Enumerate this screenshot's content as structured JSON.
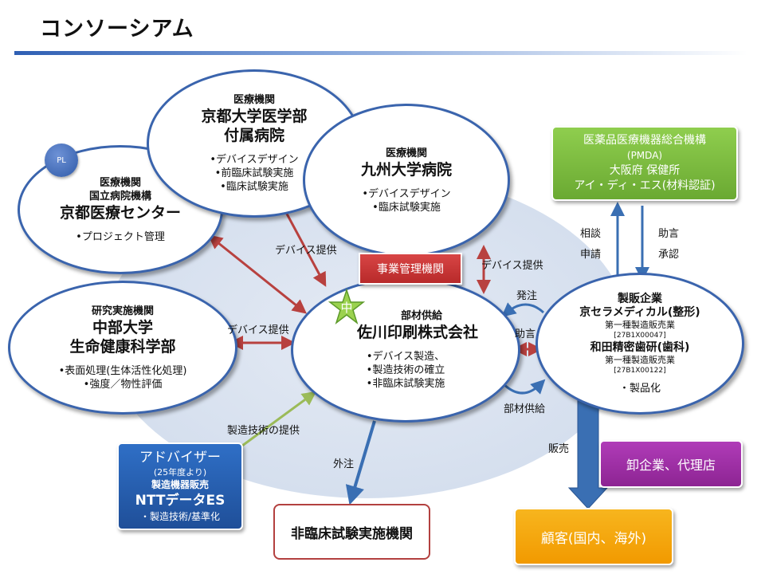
{
  "title": "コンソーシアム",
  "nodes": {
    "kyoto_medical_center": {
      "badge": "PL",
      "line1": "医療機関",
      "line2": "国立病院機構",
      "name": "京都医療センター",
      "notes": [
        "•プロジェクト管理"
      ]
    },
    "kyoto_univ_hospital": {
      "line1": "医療機関",
      "name1": "京都大学医学部",
      "name2": "付属病院",
      "notes": [
        "•デバイスデザイン",
        "•前臨床試験実施",
        "•臨床試験実施"
      ]
    },
    "kyushu_univ_hospital": {
      "line1": "医療機関",
      "name": "九州大学病院",
      "notes": [
        "•デバイスデザイン",
        "•臨床試験実施"
      ]
    },
    "chubu_univ": {
      "line1": "研究実施機関",
      "name1": "中部大学",
      "name2": "生命健康科学部",
      "notes": [
        "•表面処理(生体活性化処理)",
        "•強度／物性評価"
      ]
    },
    "sagawa_printing": {
      "badge": "中",
      "line1": "部材供給",
      "name": "佐川印刷株式会社",
      "notes": [
        "•デバイス製造、",
        "•製造技術の確立",
        "•非臨床試験実施"
      ]
    },
    "sales_companies": {
      "line1": "製販企業",
      "company1": "京セラメディカル(整形)",
      "company1_sub": "第一種製造販売業",
      "company1_code": "[27B1X00047]",
      "company2": "和田精密歯研(歯科)",
      "company2_sub": "第一種製造販売業",
      "company2_code": "[27B1X00122]",
      "notes": [
        "・製品化"
      ]
    }
  },
  "boxes": {
    "management": "事業管理機関",
    "pmda": [
      "医薬品医療機器総合機構",
      "(PMDA)",
      "大阪府 保健所",
      "アイ・ディ・エス(材料認証)"
    ],
    "advisor": {
      "title": "アドバイザー",
      "sub": "(25年度より)",
      "role": "製造機器販売",
      "name": "NTTデータES",
      "note": "・製造技術/基準化"
    },
    "nonclinical": "非臨床試験実施機関",
    "wholesale": "卸企業、代理店",
    "customer": "顧客(国内、海外)"
  },
  "edge_labels": {
    "device_provide_1": "デバイス提供",
    "device_provide_2": "デバイス提供",
    "device_provide_3": "デバイス提供",
    "manufacturing_tech": "製造技術の提供",
    "outsource": "外注",
    "order": "発注",
    "advice": "助言",
    "parts_supply": "部材供給",
    "sales": "販売",
    "consult": "相談",
    "apply": "申請",
    "advice_pmda": "助言",
    "approval": "承認"
  },
  "colors": {
    "oval_border": "#3a64ad",
    "arrow_red": "#b8413f",
    "arrow_blue": "#3a6fb3",
    "arrow_green": "#9bbb59",
    "management_red": "#c83232",
    "pmda_green": "#7dbb41",
    "advisor_blue": "#2a5fae",
    "wholesale_purple": "#a0309f",
    "customer_orange": "#f5a60c"
  }
}
